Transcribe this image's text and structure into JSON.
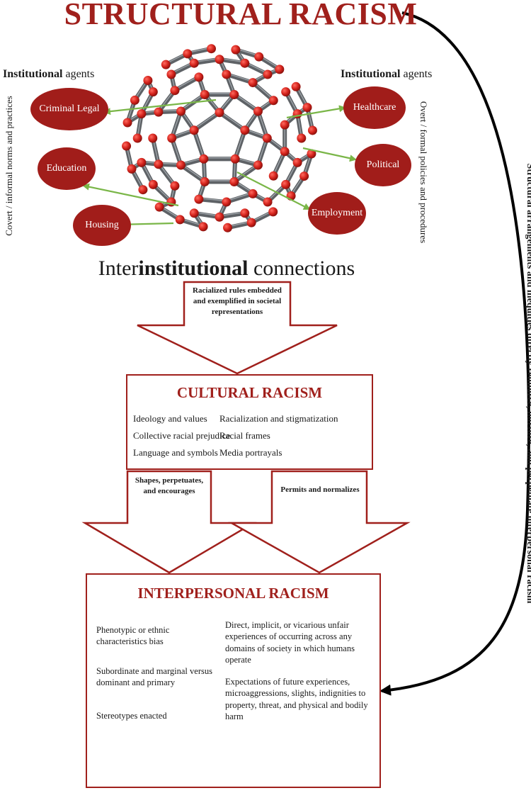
{
  "title": "STRUCTURAL RACISM",
  "institutional_left": {
    "bold": "Institutional",
    "rest": " agents"
  },
  "institutional_right": {
    "bold": "Institutional",
    "rest": " agents"
  },
  "left_vertical": "Covert / informal norms and practices",
  "right_vertical": "Overt / formal policies and procedures",
  "far_right_vertical": "Structural arrangements and inequities directly reinforce, nurture, and perpetuate interpersonal racism",
  "institutions": {
    "criminal_legal": "Criminal Legal",
    "education": "Education",
    "housing": "Housing",
    "healthcare": "Healthcare",
    "political": "Political",
    "employment": "Employment"
  },
  "interinstitutional": {
    "pre": "Inter",
    "bold": "institutional",
    "post": " connections"
  },
  "arrow_top_label": "Racialized rules embedded and exemplified in societal representations",
  "cultural": {
    "title": "CULTURAL RACISM",
    "left_items": [
      "Ideology and values",
      "Collective racial prejudice",
      "Language and symbols"
    ],
    "right_items": [
      "Racialization and stigmatization",
      "Racial frames",
      "Media portrayals"
    ]
  },
  "arrow_left_label": "Shapes, perpetuates, and encourages",
  "arrow_right_label": "Permits and normalizes",
  "interpersonal": {
    "title": "INTERPERSONAL RACISM",
    "left_items": [
      "Phenotypic or ethnic characteristics  bias",
      "Subordinate and marginal versus dominant and primary",
      "Stereotypes enacted"
    ],
    "right_items": [
      "Direct, implicit, or vicarious unfair experiences of occurring across any domains of society in which humans operate",
      "Expectations of future experiences, microaggressions, slights, indignities to property, threat, and physical and bodily harm"
    ]
  },
  "colors": {
    "accent": "#a0201c",
    "arrow_green": "#7ab648",
    "node_red": "#d4231c",
    "strut_gray": "#5e6266"
  }
}
